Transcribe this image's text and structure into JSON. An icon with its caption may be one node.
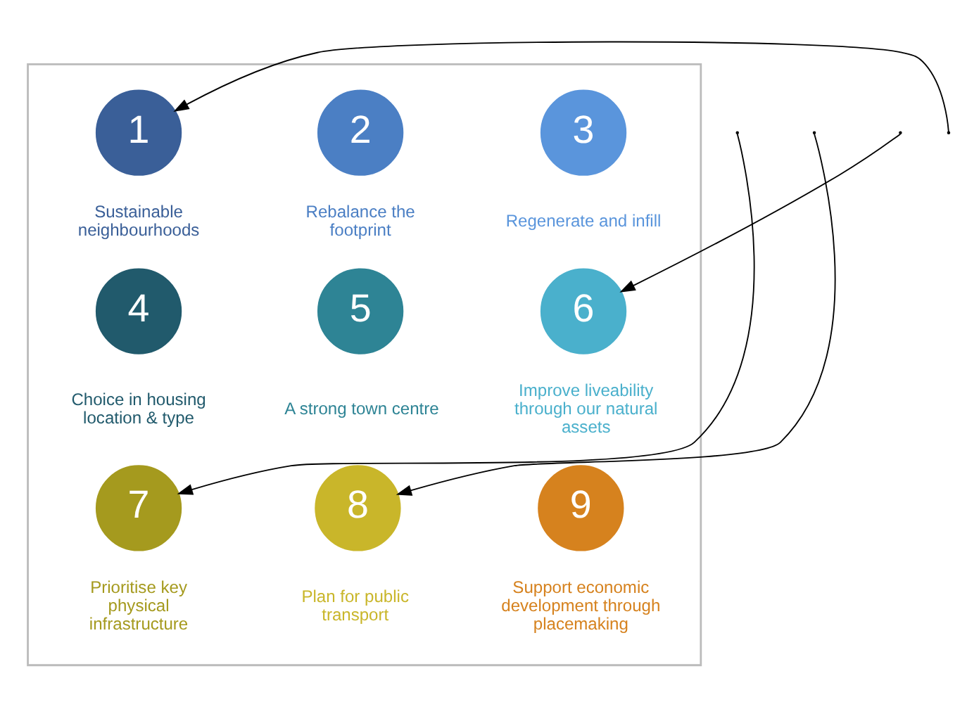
{
  "diagram": {
    "nodes": [
      {
        "text": [],
        "shape": "box"
      },
      {
        "text": [
          "1"
        ],
        "beside": [
          "Sustainable neighbourhoods"
        ],
        "in": 0
      },
      {
        "text": [
          "2"
        ],
        "beside": [
          "Rebalance the footprint"
        ],
        "in": 0
      },
      {
        "text": [
          "3"
        ],
        "beside": [
          "Regenerate and infill"
        ],
        "in": 0
      },
      {
        "text": [
          "4"
        ],
        "beside": [
          "Choice in housing location & type"
        ],
        "in": 0
      },
      {
        "text": [
          "5"
        ],
        "beside": [
          "A strong town centre"
        ],
        "in": 0
      },
      {
        "text": [
          "6"
        ],
        "beside": [
          "Improve liveability through our natural assets"
        ],
        "in": 0
      },
      {
        "text": [
          "7"
        ],
        "beside": [
          "Prioritise key physical infrastructure"
        ],
        "in": 0
      },
      {
        "text": [
          "8"
        ],
        "beside": [
          "Plan for public transport"
        ],
        "in": 0
      },
      {
        "text": [
          "9"
        ],
        "beside": [
          "Support economic development through placemaking"
        ],
        "in": 0
      }
    ],
    "edges": [
      {
        "from": null,
        "to": 1,
        "arrow": "to"
      },
      {
        "from": null,
        "to": 7,
        "arrow": "to"
      },
      {
        "from": null,
        "to": 6,
        "arrow": "to"
      },
      {
        "from": null,
        "to": 8,
        "arrow": "to"
      }
    ]
  }
}
